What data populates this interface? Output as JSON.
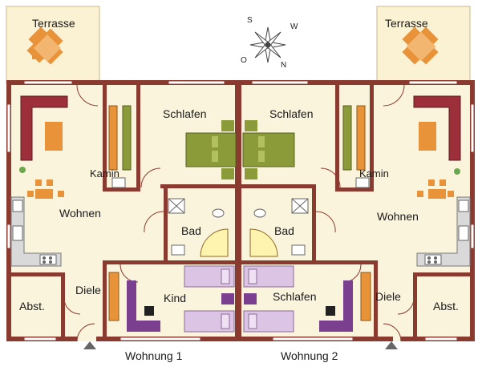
{
  "colors": {
    "wall": "#8b3a2f",
    "floor": "#fbf4dc",
    "terrace": "#fbf1d3",
    "bed_double": "#8c9b3a",
    "bed_single": "#dcc4e4",
    "sofa": "#9c2f3a",
    "table": "#e8933a",
    "desk": "#7a3f8e",
    "tile": "#f5f0e6"
  },
  "rooms": {
    "left": {
      "terrace": "Terrasse",
      "bedroom": "Schlafen",
      "fireplace": "Kamin",
      "living": "Wohnen",
      "bath": "Bad",
      "hall": "Diele",
      "storage": "Abst.",
      "child": "Kind"
    },
    "right": {
      "terrace": "Terrasse",
      "bedroom": "Schlafen",
      "fireplace": "Kamin",
      "living": "Wohnen",
      "bath": "Bad",
      "hall": "Diele",
      "storage": "Abst.",
      "bedroom2": "Schlafen"
    }
  },
  "units": {
    "left": "Wohnung 1",
    "right": "Wohnung 2"
  },
  "compass": {
    "s": "S",
    "w": "W",
    "o": "O",
    "n": "N"
  },
  "icons": [
    "compass-rose-icon",
    "entrance-arrow-icon"
  ]
}
